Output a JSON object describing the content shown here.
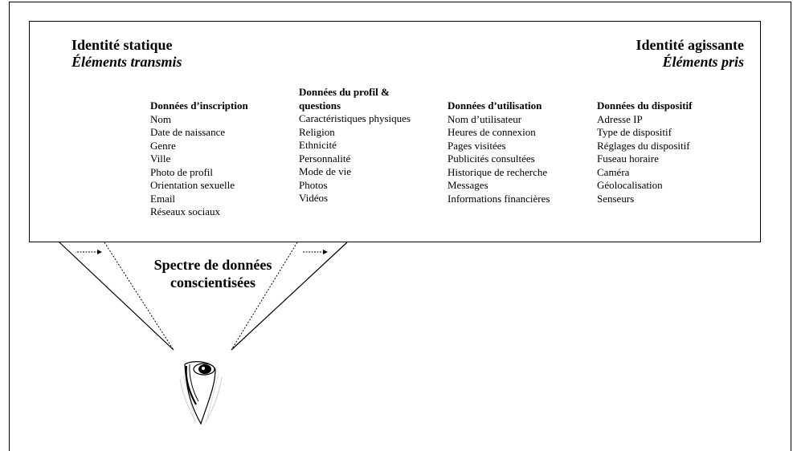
{
  "static_identity": {
    "title": "Identité statique",
    "subtitle": "Éléments transmis"
  },
  "acting_identity": {
    "title": "Identité agissante",
    "subtitle": "Éléments pris"
  },
  "columns": [
    {
      "heading": "Données d’inscription",
      "items": [
        "Nom",
        "Date de naissance",
        "Genre",
        "Ville",
        "Photo de profil",
        "Orientation sexuelle",
        "Email",
        "Réseaux sociaux"
      ]
    },
    {
      "heading": "Données du profil & questions",
      "items": [
        "Caractéristiques physiques",
        "Religion",
        "Ethnicité",
        "Personnalité",
        "Mode de vie",
        "Photos",
        "Vidéos"
      ]
    },
    {
      "heading": "Données d’utilisation",
      "items": [
        "Nom d’utilisateur",
        "Heures de connexion",
        "Pages visitées",
        "Publicités consultées",
        "Historique de recherche",
        "Messages",
        "Informations financières"
      ]
    },
    {
      "heading": "Données du dispositif",
      "items": [
        "Adresse IP",
        "Type de dispositif",
        "Réglages du dispositif",
        "Fuseau horaire",
        "Caméra",
        "Géolocalisation",
        "Senseurs"
      ]
    }
  ],
  "spectrum": {
    "label": "Spectre de données conscientisées"
  },
  "eye": {
    "icon": "eye-icon"
  }
}
